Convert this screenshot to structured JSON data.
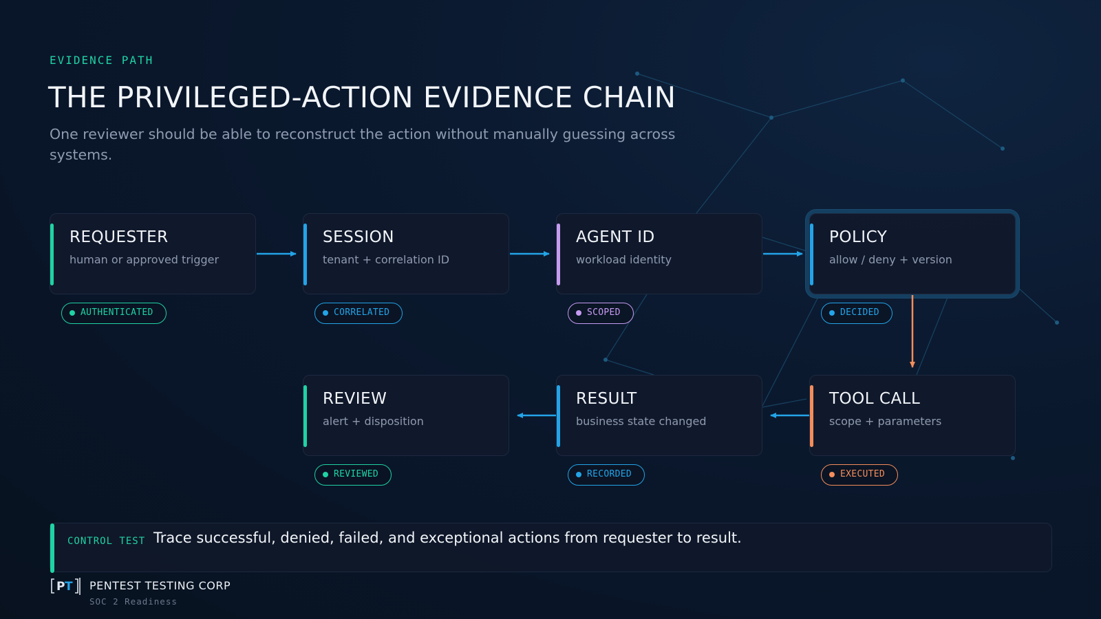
{
  "header": {
    "eyebrow": "EVIDENCE PATH",
    "title": "THE PRIVILEGED-ACTION EVIDENCE CHAIN",
    "subtitle": "One reviewer should be able to reconstruct the action without manually guessing across systems."
  },
  "colors": {
    "green": "#1fd3a4",
    "blue": "#23a4e8",
    "purple": "#c79bf2",
    "orange": "#f48d5b",
    "background": "#0a172b"
  },
  "nodes": [
    {
      "id": "requester",
      "title": "REQUESTER",
      "subtitle": "human or approved trigger",
      "status": "AUTHENTICATED",
      "color": "green"
    },
    {
      "id": "session",
      "title": "SESSION",
      "subtitle": "tenant + correlation ID",
      "status": "CORRELATED",
      "color": "blue"
    },
    {
      "id": "agent-id",
      "title": "AGENT ID",
      "subtitle": "workload identity",
      "status": "SCOPED",
      "color": "purple"
    },
    {
      "id": "policy",
      "title": "POLICY",
      "subtitle": "allow / deny + version",
      "status": "DECIDED",
      "color": "blue"
    },
    {
      "id": "tool-call",
      "title": "TOOL CALL",
      "subtitle": "scope + parameters",
      "status": "EXECUTED",
      "color": "orange"
    },
    {
      "id": "result",
      "title": "RESULT",
      "subtitle": "business state changed",
      "status": "RECORDED",
      "color": "blue"
    },
    {
      "id": "review",
      "title": "REVIEW",
      "subtitle": "alert + disposition",
      "status": "REVIEWED",
      "color": "green"
    }
  ],
  "edges": [
    {
      "from": "requester",
      "to": "session"
    },
    {
      "from": "session",
      "to": "agent-id"
    },
    {
      "from": "agent-id",
      "to": "policy"
    },
    {
      "from": "policy",
      "to": "tool-call"
    },
    {
      "from": "tool-call",
      "to": "result"
    },
    {
      "from": "result",
      "to": "review"
    }
  ],
  "control": {
    "label": "CONTROL TEST",
    "text": "Trace successful, denied, failed, and exceptional actions from requester to result."
  },
  "brand": {
    "logo_text": "PT",
    "name": "PENTEST TESTING CORP",
    "tagline": "SOC 2 Readiness"
  }
}
